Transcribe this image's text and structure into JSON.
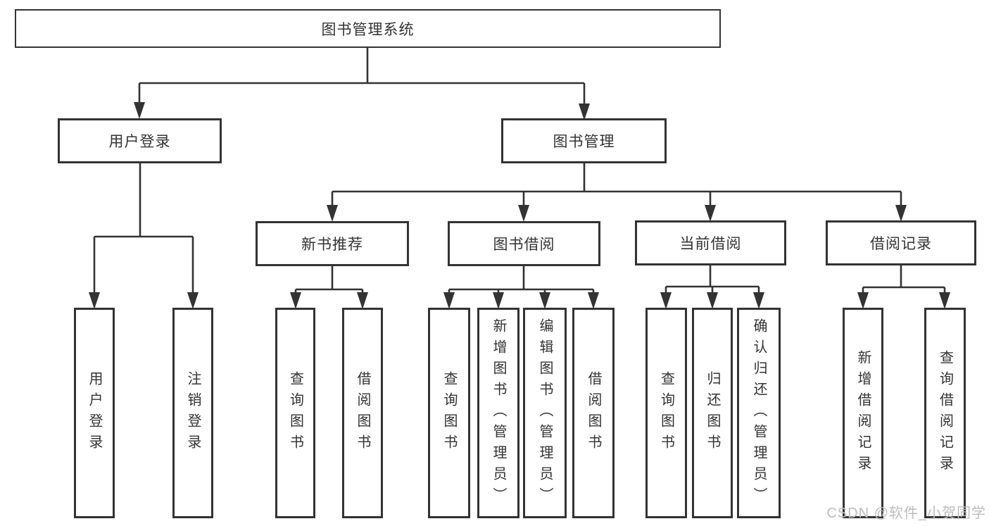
{
  "diagram": {
    "colors": {
      "line": "#333333",
      "text": "#333333",
      "background": "#ffffff",
      "watermark": "#bdbdbd"
    },
    "tree": {
      "label": "图书管理系统",
      "children": [
        {
          "label": "用户登录",
          "children": [
            {
              "label": "用户登录"
            },
            {
              "label": "注销登录"
            }
          ]
        },
        {
          "label": "图书管理",
          "children": [
            {
              "label": "新书推荐",
              "children": [
                {
                  "label": "查询图书"
                },
                {
                  "label": "借阅图书"
                }
              ]
            },
            {
              "label": "图书借阅",
              "children": [
                {
                  "label": "查询图书"
                },
                {
                  "label": "新增图书（管理员）"
                },
                {
                  "label": "编辑图书（管理员）"
                },
                {
                  "label": "借阅图书"
                }
              ]
            },
            {
              "label": "当前借阅",
              "children": [
                {
                  "label": "查询图书"
                },
                {
                  "label": "归还图书"
                },
                {
                  "label": "确认归还（管理员）"
                }
              ]
            },
            {
              "label": "借阅记录",
              "children": [
                {
                  "label": "新增借阅记录"
                },
                {
                  "label": "查询借阅记录"
                }
              ]
            }
          ]
        }
      ]
    },
    "watermark": {
      "text": "CSDN @软件_小贺同学"
    }
  }
}
